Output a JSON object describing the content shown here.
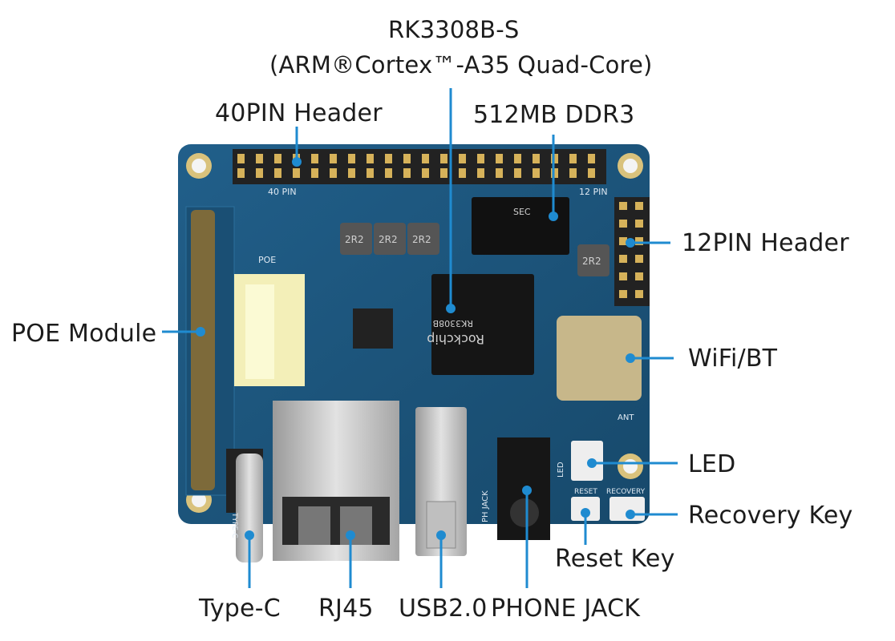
{
  "labels": {
    "soc_name": "RK3308B-S",
    "soc_desc": "(ARM®Cortex™-A35 Quad-Core)",
    "pin40": "40PIN Header",
    "ram": "512MB DDR3",
    "pin12": "12PIN Header",
    "poe": "POE Module",
    "wifi": "WiFi/BT",
    "led": "LED",
    "recovery": "Recovery Key",
    "reset": "Reset Key",
    "typec": "Type-C",
    "rj45": "RJ45",
    "usb": "USB2.0",
    "jack": "PHONE JACK"
  },
  "silkscreen": {
    "pin40": "40 PIN",
    "pin12": "12 PIN",
    "poe": "POE",
    "inductor": "2R2",
    "chip_brand": "Rockchip",
    "chip_model": "RK3308B",
    "ram_code": "SEC",
    "ant": "ANT",
    "led": "LED",
    "reset": "RESET",
    "recovery": "RECOVERY",
    "ph_jack": "PH JACK",
    "typec": "TYPE-C"
  },
  "colors": {
    "board": "#1d5b84",
    "board_dark": "#164a6d",
    "callout": "#1f8bd0",
    "pad": "#d8c07a"
  }
}
